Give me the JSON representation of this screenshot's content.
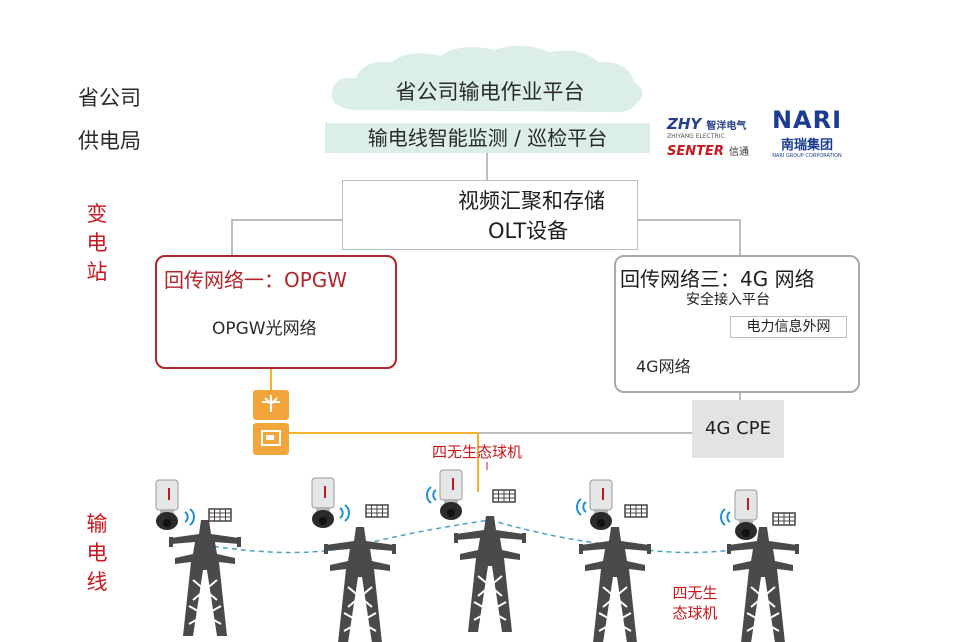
{
  "levels": {
    "province": "省公司",
    "bureau": "供电局",
    "substation": "变电站",
    "line": "输电线"
  },
  "platform_top": "省公司输电作业平台",
  "platform_monitor": "输电线智能监测 / 巡检平台",
  "logos": {
    "zhiyang": "ZHY",
    "zhiyang_cn": "智洋电气",
    "zhiyang_sub": "ZHIYANG ELECTRIC",
    "senter": "SENTER",
    "senter_cn": "信通",
    "nari": "NARI",
    "nari_cn": "南瑞集团",
    "nari_sub": "NARI GROUP CORPORATION"
  },
  "substation_box": {
    "line1": "视频汇聚和存储",
    "line2": "OLT设备"
  },
  "network_one": {
    "title": "回传网络一：OPGW",
    "cloud": "OPGW光网络"
  },
  "network_three": {
    "title": "回传网络三：4G 网络",
    "access": "安全接入平台",
    "extranet": "电力信息外网",
    "cloud": "4G网络"
  },
  "cpe": "4G CPE",
  "camera_label": "四无生态球机",
  "camera_label_2": "四无生态球机",
  "colors": {
    "accent_red": "#c8181e",
    "cloud_teal": "#dceee9",
    "cloud_orange": "#f8d5b8",
    "onu_orange": "#f2a53a",
    "tower_gray": "#4a4a4a"
  }
}
